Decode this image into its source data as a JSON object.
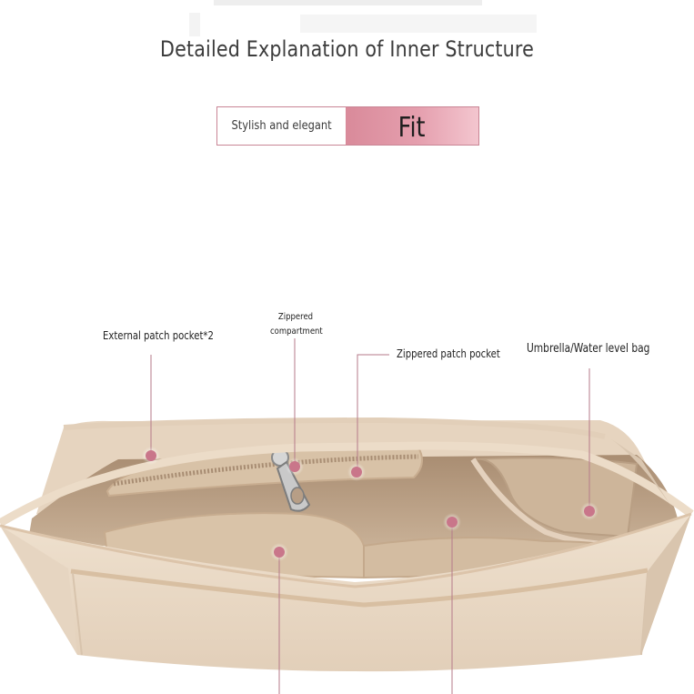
{
  "header": {
    "title": "Detailed Explanation of Inner Structure",
    "tag_left": "Stylish and elegant",
    "tag_right": "Fit"
  },
  "labels": {
    "external_pocket": "External patch pocket*2",
    "zippered_compartment_line1": "Zippered",
    "zippered_compartment_line2": "compartment",
    "zippered_patch_pocket": "Zippered patch pocket",
    "umbrella_bag": "Umbrella/Water level bag"
  },
  "colors": {
    "accent_pink": "#d98a9a",
    "marker": "#c9768a",
    "felt": "#e9d8c4",
    "felt_shadow": "#cbb49b",
    "interior": "#b89c80"
  }
}
